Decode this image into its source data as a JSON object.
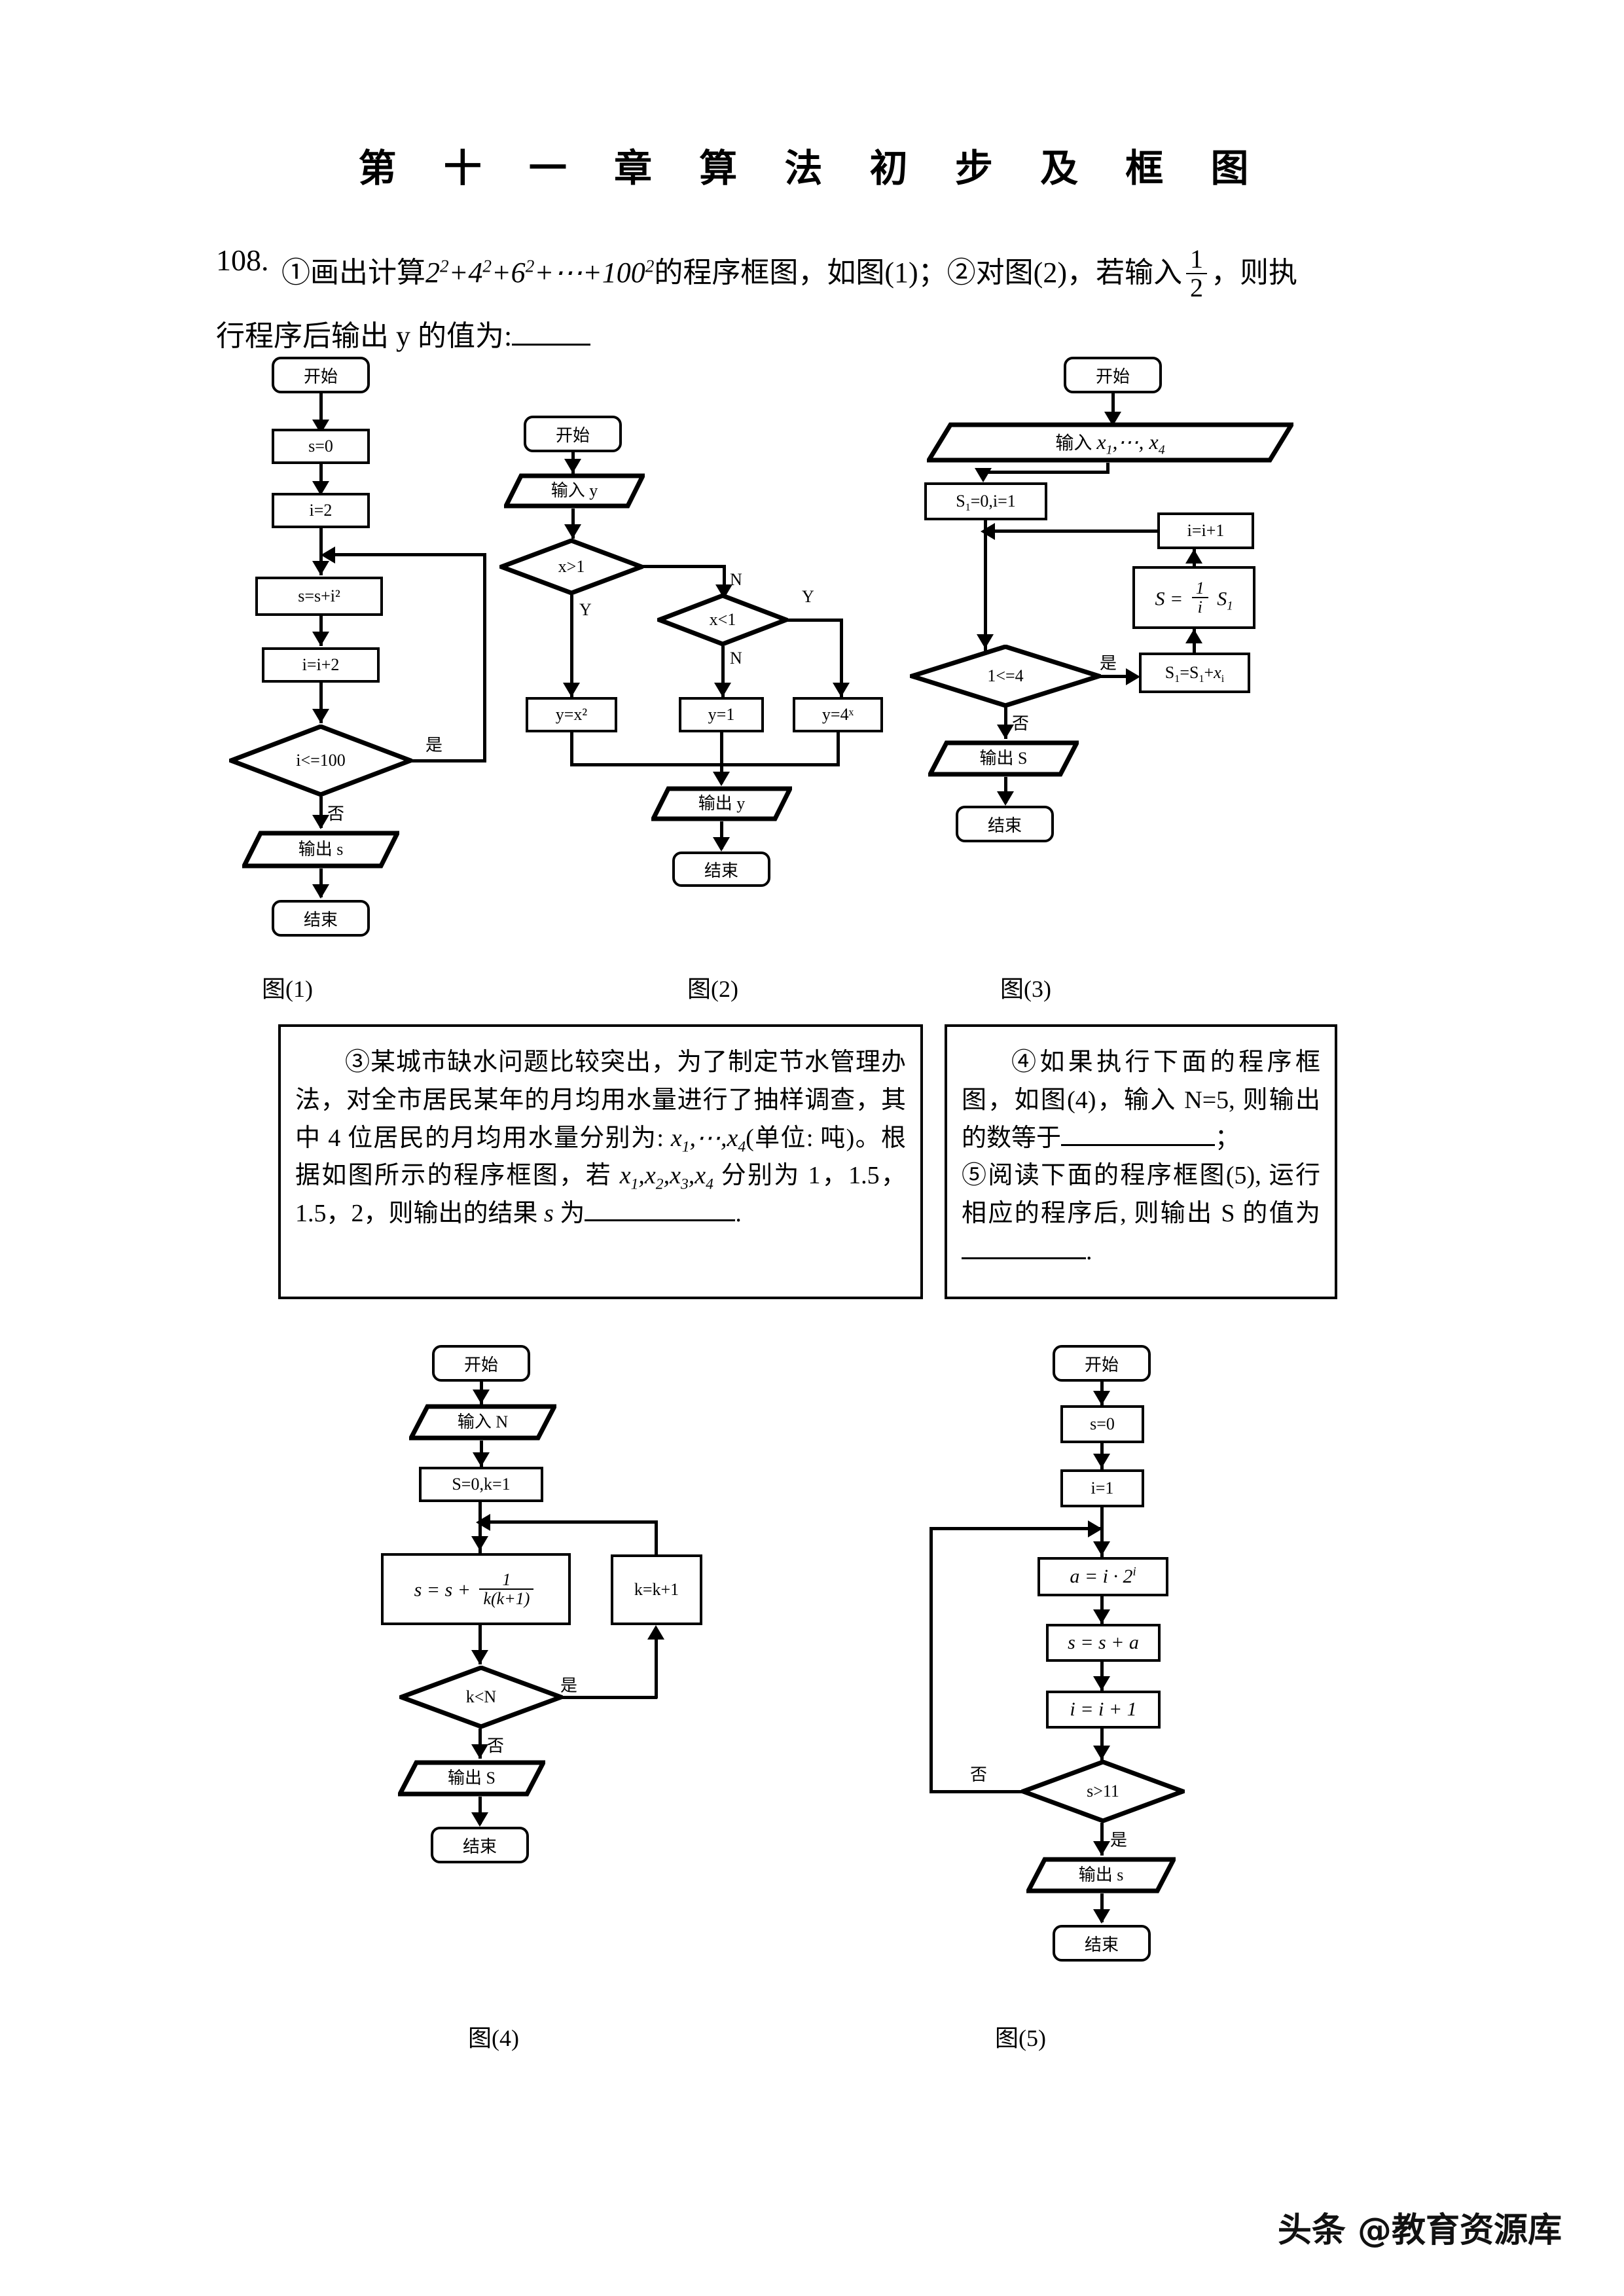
{
  "chapter_title": "第 十 一 章    算 法 初 步 及 框 图",
  "question": {
    "number": "108.",
    "line1_a": "①画出计算",
    "expr": "2² + 4² + 6² + ⋯ + 100²",
    "line1_b": "的程序框图，如图(1)；②对图(2)，若输入",
    "fraction_num": "1",
    "fraction_den": "2",
    "line1_c": "，则执",
    "line2": "行程序后输出 y 的值为:",
    "answer_blank": ""
  },
  "labels": {
    "start": "开始",
    "end": "结束",
    "yes": "是",
    "no": "否",
    "Y": "Y",
    "N": "N"
  },
  "fig1": {
    "caption": "图(1)",
    "nodes": {
      "start": "开始",
      "init_s": "s=0",
      "init_i": "i=2",
      "accum": "s=s+i²",
      "incr": "i=i+2",
      "cond": "i<=100",
      "output": "输出 s",
      "end": "结束"
    },
    "branch_yes": "是",
    "branch_no": "否"
  },
  "fig2": {
    "caption": "图(2)",
    "nodes": {
      "start": "开始",
      "input": "输入 y",
      "cond1": "x>1",
      "cond2": "x<1",
      "assign1": "y=x²",
      "assign2": "y=1",
      "assign3": "y=4ˣ",
      "output": "输出 y",
      "end": "结束"
    },
    "branch_y1": "Y",
    "branch_n1": "N",
    "branch_y2": "Y",
    "branch_n2": "N"
  },
  "fig3": {
    "caption": "图(3)",
    "nodes": {
      "start": "开始",
      "input": "输入 x₁,⋯, x₄",
      "init": "S₁=0,i=1",
      "incr": "i=i+1",
      "mean": "S = (1/i)·S₁",
      "cond": "1<=4",
      "accum": "S₁=S₁+xᵢ",
      "output": "输出 S",
      "end": "结束"
    },
    "branch_yes": "是",
    "branch_no": "否"
  },
  "fig4": {
    "caption": "图(4)",
    "nodes": {
      "start": "开始",
      "input": "输入 N",
      "init": "S=0,k=1",
      "accum": "s = s + 1/(k(k+1))",
      "incr": "k=k+1",
      "cond": "k<N",
      "output": "输出 S",
      "end": "结束"
    },
    "branch_yes": "是",
    "branch_no": "否"
  },
  "fig5": {
    "caption": "图(5)",
    "nodes": {
      "start": "开始",
      "init_s": "s=0",
      "init_i": "i=1",
      "term": "a = i · 2ⁱ",
      "accum": "s = s + a",
      "incr": "i = i + 1",
      "cond": "s>11",
      "output": "输出 s",
      "end": "结束"
    },
    "branch_yes": "是",
    "branch_no": "否"
  },
  "textbox3": {
    "content": "③某城市缺水问题比较突出，为了制定节水管理办法，对全市居民某年的月均用水量进行了抽样调查，其中 4 位居民的月均用水量分别为: x₁,⋯,x₄(单位: 吨)。根据如图所示的程序框图，若 x₁,x₂,x₃,x₄ 分别为 1，1.5，1.5，2，则输出的结果 s 为"
  },
  "textbox45": {
    "item4": "④如果执行下面的程序框图，如图(4)，输入 N=5, 则输出的数等于",
    "item4_tail": "；",
    "item5": "⑤阅读下面的程序框图(5), 运行相应的程序后, 则输出 S 的值为",
    "item5_tail": "."
  },
  "watermark": "头条 @教育资源库"
}
